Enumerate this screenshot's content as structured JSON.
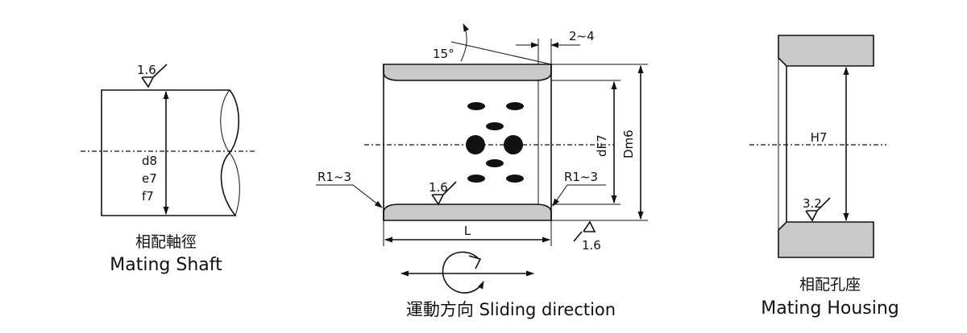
{
  "shaft": {
    "roughness": "1.6",
    "tolerances": [
      "d8",
      "e7",
      "f7"
    ],
    "caption_cn": "相配軸徑",
    "caption_en": "Mating Shaft"
  },
  "bushing": {
    "angle": "15°",
    "chamfer": "2~4",
    "inner_tol": "dF7",
    "outer_tol": "Dm6",
    "radius_left": "R1~3",
    "radius_right": "R1~3",
    "roughness_inner": "1.6",
    "roughness_outer": "1.6",
    "length": "L",
    "caption": "運動方向 Sliding direction"
  },
  "housing": {
    "tolerance": "H7",
    "roughness": "3.2",
    "caption_cn": "相配孔座",
    "caption_en": "Mating Housing"
  }
}
